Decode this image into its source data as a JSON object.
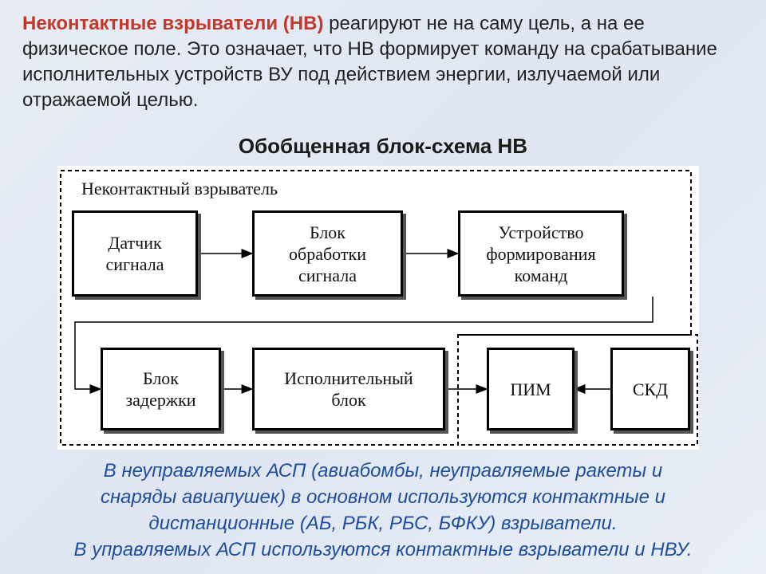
{
  "intro": {
    "highlight": "Неконтактные взрыватели (НВ)",
    "rest": " реагируют не на саму цель, а на ее физическое поле. Это означает, что НВ формирует команду на срабатывание исполнительных устройств ВУ под действием энергии, излучаемой или отражаемой целью."
  },
  "heading": "Обобщенная блок-схема НВ",
  "diagram": {
    "frame_label": "Неконтактный взрыватель",
    "blocks": {
      "sensor": [
        "Датчик",
        "сигнала"
      ],
      "processing": [
        "Блок",
        "обработки",
        "сигнала"
      ],
      "command": [
        "Устройство",
        "формирования",
        "команд"
      ],
      "delay": [
        "Блок",
        "задержки"
      ],
      "executive": [
        "Исполнительный",
        "блок"
      ],
      "pim": [
        "ПИМ"
      ],
      "skd": [
        "СКД"
      ]
    }
  },
  "notes": [
    "В неуправляемых АСП (авиабомбы, неуправляемые ракеты и",
    "снаряды авиапушек) в основном используются контактные и",
    "дистанционные (АБ, РБК, РБС, БФКУ) взрыватели.",
    "В управляемых АСП используются контактные взрыватели и НВУ."
  ]
}
